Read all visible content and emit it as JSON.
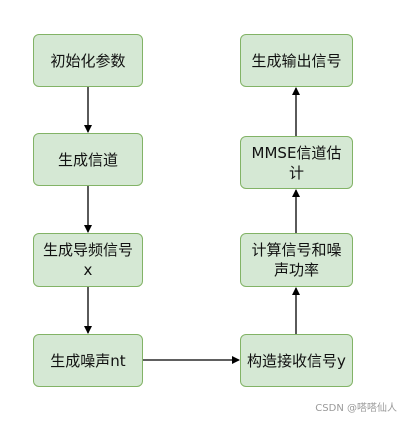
{
  "nodes": {
    "init_params": "初始化参数",
    "gen_channel": "生成信道",
    "gen_pilot": "生成导频信号x",
    "gen_noise": "生成噪声nt",
    "gen_output": "生成输出信号",
    "mmse_estimate": "MMSE信道估计",
    "calc_power": "计算信号和噪声功率",
    "build_receive": "构造接收信号y"
  },
  "edges": [
    {
      "from": "初始化参数",
      "to": "生成信道"
    },
    {
      "from": "生成信道",
      "to": "生成导频信号x"
    },
    {
      "from": "生成导频信号x",
      "to": "生成噪声nt"
    },
    {
      "from": "生成噪声nt",
      "to": "构造接收信号y"
    },
    {
      "from": "构造接收信号y",
      "to": "计算信号和噪声功率"
    },
    {
      "from": "计算信号和噪声功率",
      "to": "MMSE信道估计"
    },
    {
      "from": "MMSE信道估计",
      "to": "生成输出信号"
    }
  ],
  "colors": {
    "node_fill": "#d5e8d4",
    "node_border": "#82b366",
    "edge": "#000000"
  },
  "watermark": "CSDN @嗒嗒仙人"
}
